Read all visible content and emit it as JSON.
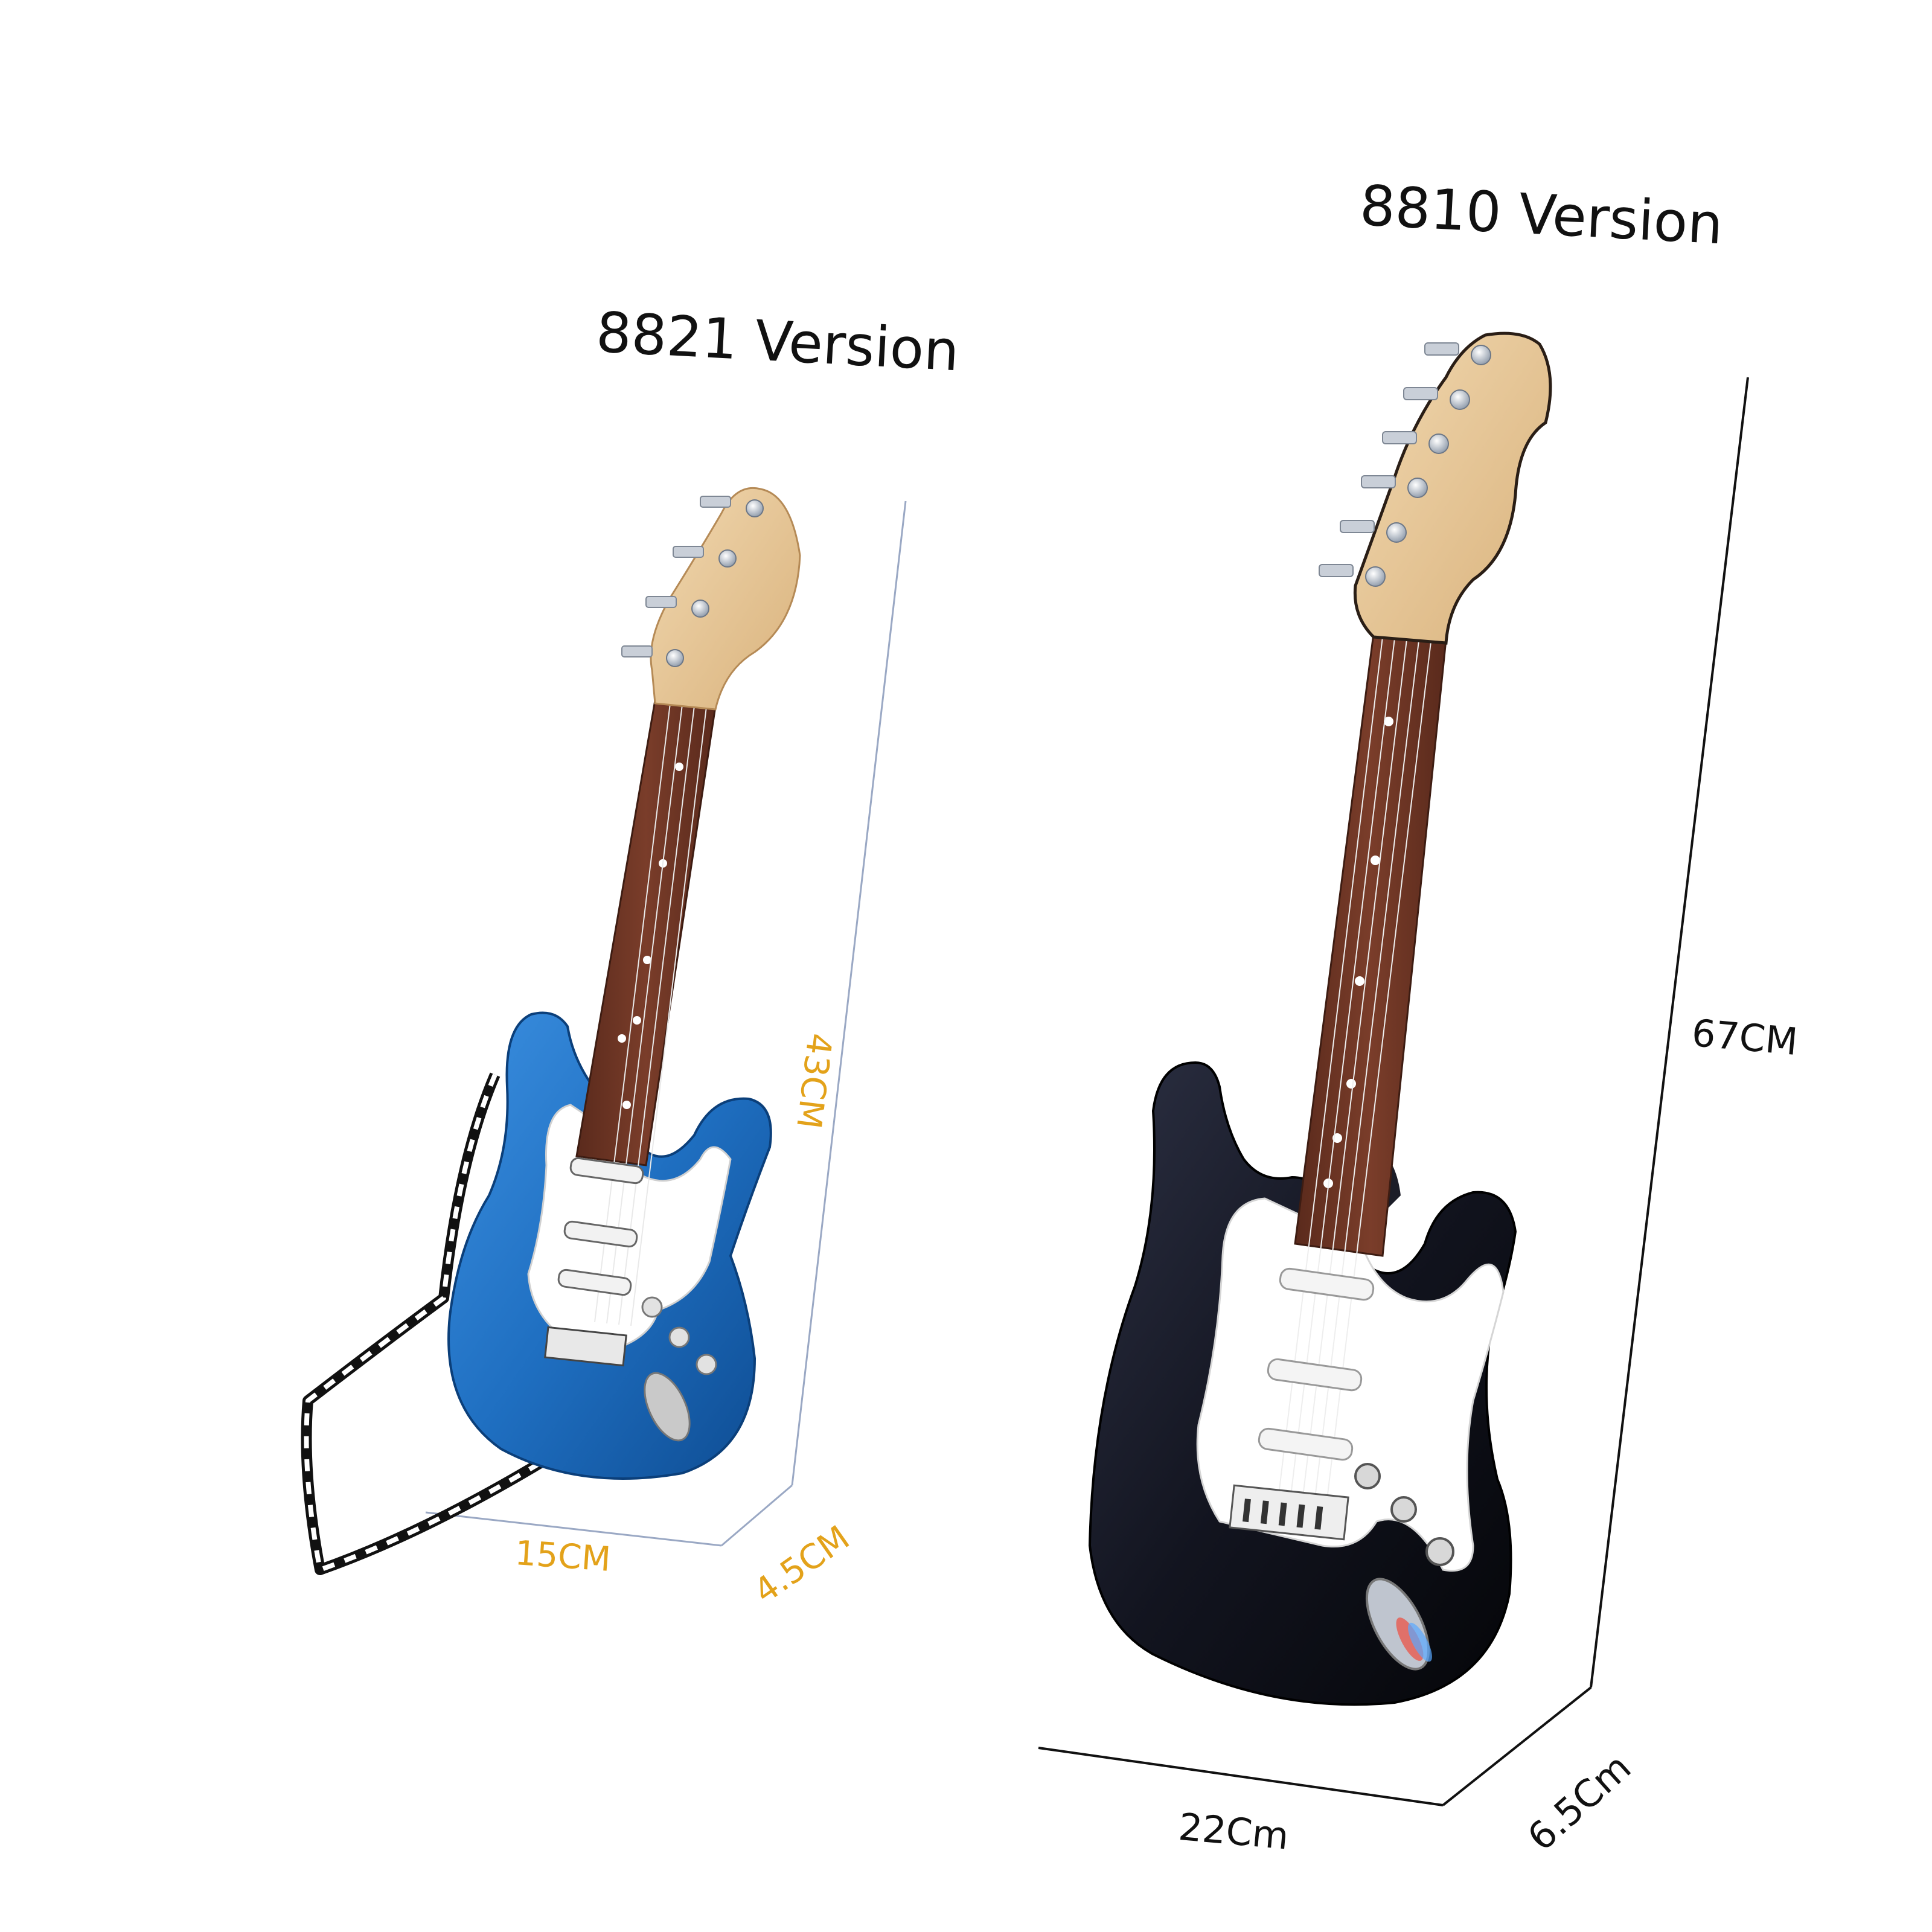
{
  "products": [
    {
      "title": "8821 Version",
      "dimensions": {
        "height": "43CM",
        "width": "15CM",
        "depth": "4.5CM"
      },
      "body_color": "#1f6fc1"
    },
    {
      "title": "8810 Version",
      "dimensions": {
        "height": "67CM",
        "width": "22Cm",
        "depth": "6.5Cm"
      },
      "body_color": "#12141f"
    }
  ],
  "colors": {
    "gold_dimension": "#e3a21a",
    "dark_dimension": "#111111",
    "fretboard": "#6b3424",
    "headstock": "#e8c89a"
  }
}
